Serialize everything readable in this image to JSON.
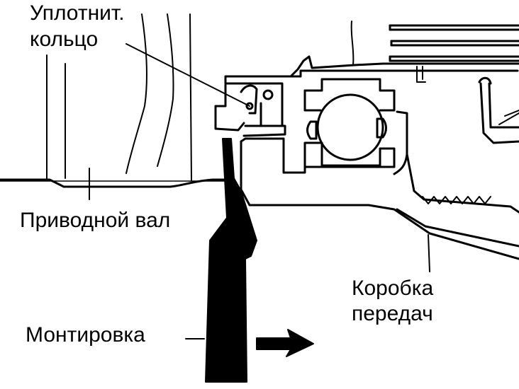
{
  "labels": {
    "seal_line1": "Уплотнит.",
    "seal_line2": "кольцо",
    "drive_shaft": "Приводной вал",
    "gearbox_line1": "Коробка",
    "gearbox_line2": "передач",
    "pry_bar": "Монтировка"
  },
  "colors": {
    "line": "#000000",
    "background": "#ffffff"
  }
}
